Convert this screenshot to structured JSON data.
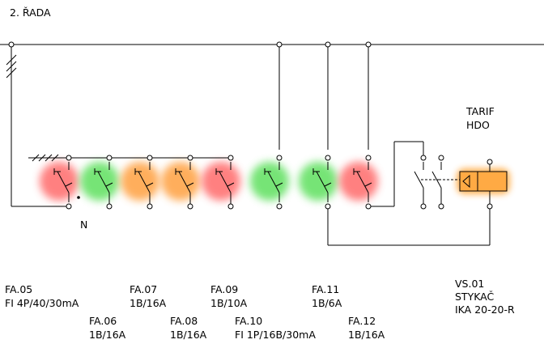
{
  "title": "2. ŘADA",
  "neutral_label": "N",
  "tarif": [
    "TARIF",
    "HDO"
  ],
  "devices": [
    {
      "id": "FA.05",
      "rating": "FI 4P/40/30mA",
      "state_color": "#ff6b6b"
    },
    {
      "id": "FA.06",
      "rating": "1B/16A",
      "state_color": "#5ee05e"
    },
    {
      "id": "FA.07",
      "rating": "1B/16A",
      "state_color": "#ffa040"
    },
    {
      "id": "FA.08",
      "rating": "1B/16A",
      "state_color": "#ffa040"
    },
    {
      "id": "FA.09",
      "rating": "1B/10A",
      "state_color": "#ff6b6b"
    },
    {
      "id": "FA.10",
      "rating": "FI 1P/16B/30mA",
      "state_color": "#5ee05e"
    },
    {
      "id": "FA.11",
      "rating": "1B/6A",
      "state_color": "#5ee05e"
    },
    {
      "id": "FA.12",
      "rating": "1B/16A",
      "state_color": "#ff6b6b"
    }
  ],
  "contactor": {
    "id": "VS.01",
    "name": "STYKAČ",
    "type": "IKA 20-20-R",
    "color": "#ffaa44"
  }
}
